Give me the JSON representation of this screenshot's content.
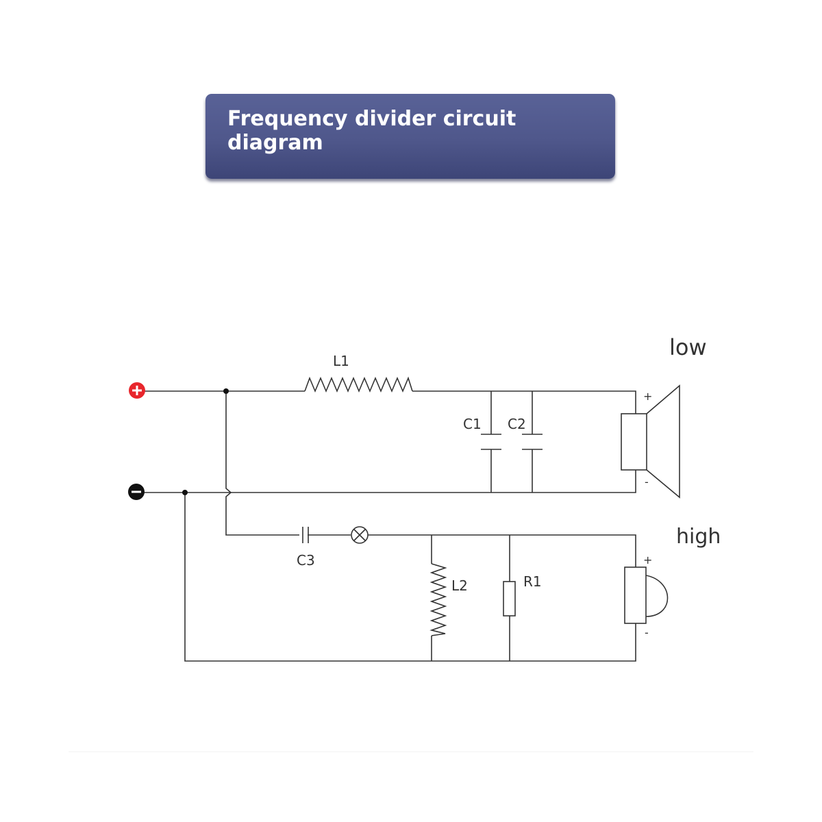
{
  "title": "Frequency divider circuit diagram",
  "terminals": {
    "positive": "+",
    "negative": "-"
  },
  "components": {
    "L1": "L1",
    "C1": "C1",
    "C2": "C2",
    "C3": "C3",
    "L2": "L2",
    "R1": "R1"
  },
  "speakers": {
    "low": {
      "label": "low",
      "plus": "+",
      "minus": "-"
    },
    "high": {
      "label": "high",
      "plus": "+",
      "minus": "-"
    }
  },
  "colors": {
    "banner": "#4f578b",
    "positive_terminal": "#e8262c",
    "negative_terminal": "#111111",
    "wire": "#333333"
  }
}
